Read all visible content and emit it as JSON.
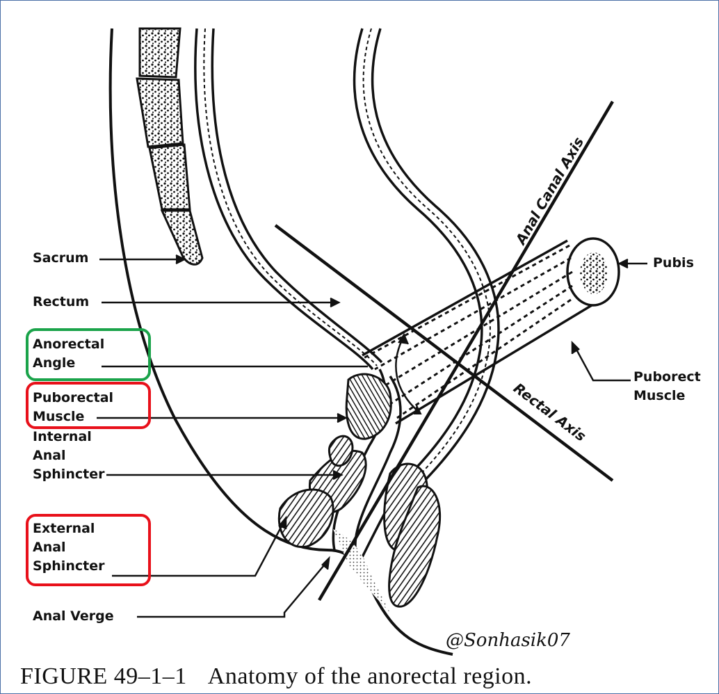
{
  "labels": {
    "sacrum": "Sacrum",
    "rectum": "Rectum",
    "anorectal_angle": [
      "Anorectal",
      "Angle"
    ],
    "puborectal_muscle": [
      "Puborectal",
      "Muscle"
    ],
    "internal_anal_sphincter": [
      "Internal",
      "Anal",
      "Sphincter"
    ],
    "external_anal_sphincter": [
      "External",
      "Anal",
      "Sphincter"
    ],
    "anal_verge": "Anal Verge",
    "pubis": "Pubis",
    "puborect_muscle": [
      "Puborect",
      "Muscle"
    ]
  },
  "axes": {
    "anal_canal_axis": "Anal Canal Axis",
    "rectal_axis": "Rectal Axis"
  },
  "signature": "@Sonhasik07",
  "caption": {
    "figure_number": "FIGURE 49–1–1",
    "text": "Anatomy of the anorectal region."
  },
  "highlights": {
    "green": "#1aa34a",
    "red": "#e8101a"
  }
}
